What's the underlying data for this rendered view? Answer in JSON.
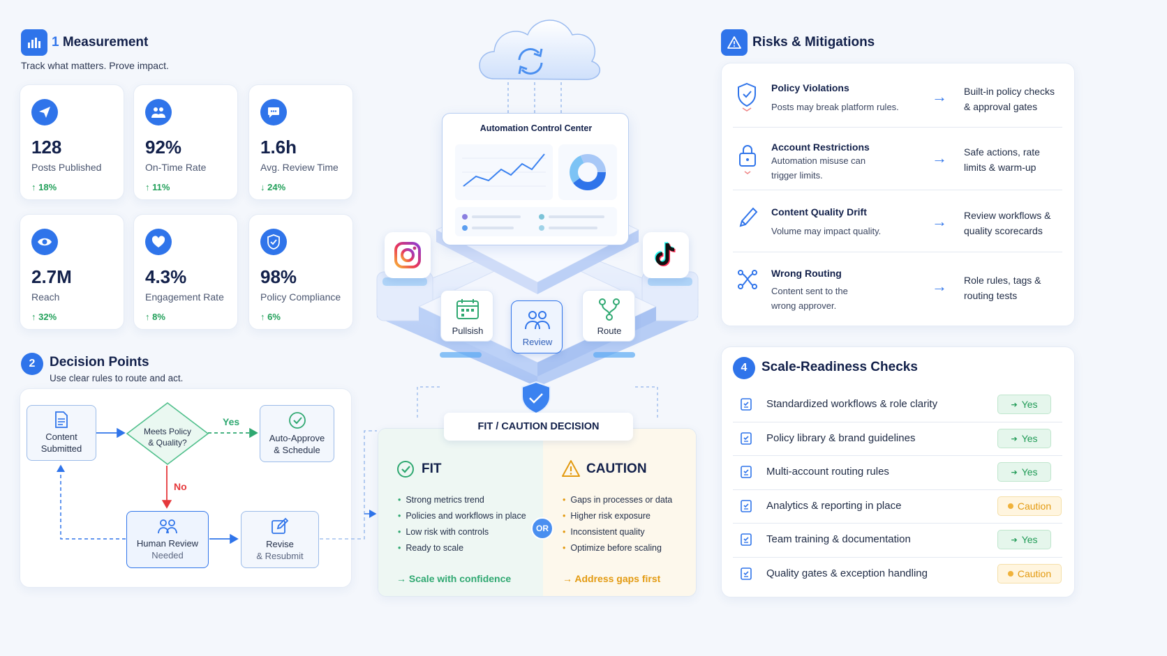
{
  "colors": {
    "accent": "#2f74ea",
    "positive": "#22a05a",
    "caution": "#e39a10",
    "danger": "#e5383b",
    "navy": "#12204a"
  },
  "measurement": {
    "number": "1",
    "title": "Measurement",
    "subtitle": "Track what matters. Prove impact.",
    "metrics": [
      {
        "icon": "paper-plane-icon",
        "value": "128",
        "label": "Posts Published",
        "change": "18%",
        "direction": "up"
      },
      {
        "icon": "users-icon",
        "value": "92%",
        "label": "On-Time Rate",
        "change": "11%",
        "direction": "up"
      },
      {
        "icon": "chat-bubble-icon",
        "value": "1.6h",
        "label": "Avg. Review Time",
        "change": "24%",
        "direction": "down"
      },
      {
        "icon": "eye-icon",
        "value": "2.7M",
        "label": "Reach",
        "change": "32%",
        "direction": "up"
      },
      {
        "icon": "heart-icon",
        "value": "4.3%",
        "label": "Engagement Rate",
        "change": "8%",
        "direction": "up"
      },
      {
        "icon": "shield-check-icon",
        "value": "98%",
        "label": "Policy Compliance",
        "change": "6%",
        "direction": "up"
      }
    ]
  },
  "decision_points": {
    "number": "2",
    "title": "Decision Points",
    "subtitle": "Use clear rules to route and act.",
    "nodes": {
      "submitted": {
        "line1": "Content",
        "line2": "Submitted"
      },
      "meets_policy": {
        "line1": "Meets Policy",
        "line2": "& Quality?"
      },
      "auto_approve": {
        "line1": "Auto-Approve",
        "line2": "& Schedule"
      },
      "human_review": {
        "line1": "Human Review",
        "line2": "Needed"
      },
      "revise": {
        "line1": "Revise",
        "line2": "& Resubmit"
      }
    },
    "yes_label": "Yes",
    "no_label": "No"
  },
  "center": {
    "control_title": "Automation Control Center",
    "platform_left": "instagram-icon",
    "platform_right": "tiktok-icon",
    "modules": [
      {
        "icon": "calendar-icon",
        "label": "Pullsish"
      },
      {
        "icon": "users-icon",
        "label": "Review"
      },
      {
        "icon": "route-icon",
        "label": "Route"
      }
    ]
  },
  "decision": {
    "title": "FIT / CAUTION DECISION",
    "or_label": "OR",
    "fit": {
      "title": "FIT",
      "bullets": [
        "Strong metrics trend",
        "Policies and workflows in place",
        "Low risk with controls",
        "Ready to scale"
      ],
      "cta": "Scale with confidence"
    },
    "caution": {
      "title": "CAUTION",
      "bullets": [
        "Gaps in processes or data",
        "Higher risk exposure",
        "Inconsistent quality",
        "Optimize before scaling"
      ],
      "cta": "Address gaps first"
    }
  },
  "risks": {
    "title": "Risks & Mitigations",
    "items": [
      {
        "icon": "shield-check-icon",
        "title": "Policy Violations",
        "desc": "Posts may break platform rules.",
        "mit1": "Built-in policy checks",
        "mit2": "& approval gates"
      },
      {
        "icon": "lock-icon",
        "title": "Account Restrictions",
        "desc": "Automation misuse can",
        "desc2": "trigger limits.",
        "mit1": "Safe actions, rate",
        "mit2": "limits & warm-up"
      },
      {
        "icon": "pencil-icon",
        "title": "Content Quality Drift",
        "desc": "Volume may impact quality.",
        "mit1": "Review workflows &",
        "mit2": "quality scorecards"
      },
      {
        "icon": "routing-icon",
        "title": "Wrong Routing",
        "desc": "Content sent to the",
        "desc2": "wrong approver.",
        "mit1": "Role rules, tags &",
        "mit2": "routing tests"
      }
    ]
  },
  "checks": {
    "number": "4",
    "title": "Scale-Readiness Checks",
    "items": [
      {
        "label": "Standardized workflows & role clarity",
        "status": "Yes",
        "kind": "yes"
      },
      {
        "label": "Policy library & brand guidelines",
        "status": "Yes",
        "kind": "yes"
      },
      {
        "label": "Multi-account routing rules",
        "status": "Yes",
        "kind": "yes"
      },
      {
        "label": "Analytics & reporting in place",
        "status": "Caution",
        "kind": "caution"
      },
      {
        "label": "Team training & documentation",
        "status": "Yes",
        "kind": "yes"
      },
      {
        "label": "Quality gates & exception handling",
        "status": "Caution",
        "kind": "caution"
      }
    ]
  }
}
